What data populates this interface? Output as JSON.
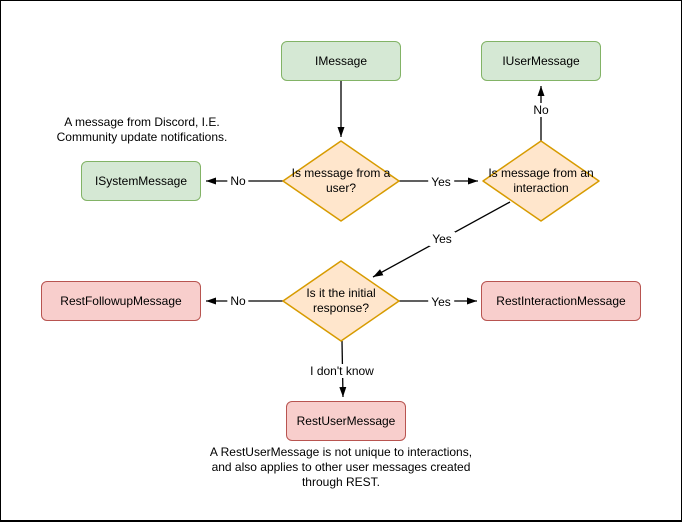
{
  "colors": {
    "background": "#ffffff",
    "text": "#000000",
    "line": "#000000",
    "green_fill": "#d5e8d4",
    "green_stroke": "#82b366",
    "orange_fill": "#ffe6cc",
    "orange_stroke": "#d79b00",
    "red_fill": "#f8cecc",
    "red_stroke": "#b85450"
  },
  "nodes": {
    "imessage": {
      "label": "IMessage",
      "color": "green"
    },
    "iusermessage": {
      "label": "IUserMessage",
      "color": "green"
    },
    "isystemmessage": {
      "label": "ISystemMessage",
      "color": "green"
    },
    "restfollowupmessage": {
      "label": "RestFollowupMessage",
      "color": "red"
    },
    "restinteractionmessage": {
      "label": "RestInteractionMessage",
      "color": "red"
    },
    "restusermessage": {
      "label": "RestUserMessage",
      "color": "red"
    }
  },
  "decisions": {
    "from_user": {
      "label": "Is message from a user?"
    },
    "from_interaction": {
      "label": "Is message from an interaction"
    },
    "initial_response": {
      "label": "Is it the initial response?"
    }
  },
  "edge_labels": {
    "user_no": "No",
    "user_yes": "Yes",
    "interaction_no": "No",
    "interaction_yes": "Yes",
    "initial_no": "No",
    "initial_yes": "Yes",
    "initial_unknown": "I don't know"
  },
  "annotations": {
    "system_note": "A message from Discord, I.E.\nCommunity update notifications.",
    "rest_user_note": "A RestUserMessage is not unique to interactions,\nand also applies to other user messages created\nthrough REST."
  }
}
